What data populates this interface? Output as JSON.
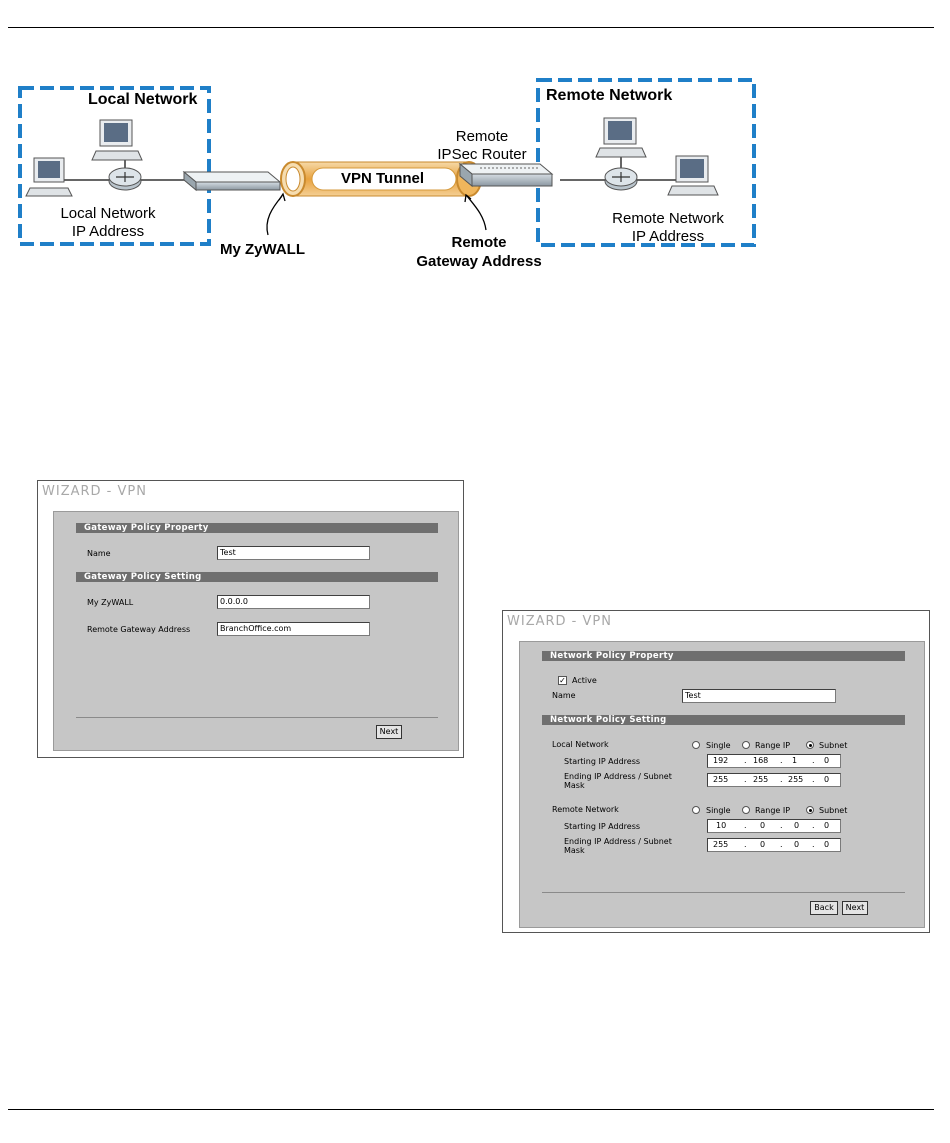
{
  "diagram": {
    "local_network": "Local Network",
    "remote_network": "Remote Network",
    "local_ip_line1": "Local Network",
    "local_ip_line2": "IP Address",
    "remote_ip_line1": "Remote Network",
    "remote_ip_line2": "IP Address",
    "my_zywall": "My ZyWALL",
    "vpn_tunnel": "VPN Tunnel",
    "remote_router_line1": "Remote",
    "remote_router_line2": "IPSec Router",
    "remote_gateway_line1": "Remote",
    "remote_gateway_line2": "Gateway Address"
  },
  "wizard1": {
    "title": "WIZARD - VPN",
    "section1": "Gateway Policy Property",
    "name_label": "Name",
    "name_value": "Test",
    "section2": "Gateway Policy Setting",
    "my_zywall_label": "My ZyWALL",
    "my_zywall_value": "0.0.0.0",
    "remote_gateway_label": "Remote Gateway Address",
    "remote_gateway_value": "BranchOffice.com",
    "next_label": "Next"
  },
  "wizard2": {
    "title": "WIZARD - VPN",
    "section1": "Network Policy Property",
    "active_label": "Active",
    "name_label": "Name",
    "name_value": "Test",
    "section2": "Network Policy Setting",
    "local_network_label": "Local Network",
    "remote_network_label": "Remote Network",
    "single_label": "Single",
    "range_label": "Range IP",
    "subnet_label": "Subnet",
    "starting_ip_label": "Starting IP Address",
    "ending_ip_label_line1": "Ending IP Address / Subnet",
    "ending_ip_label_line2": "Mask",
    "local_start_ip": [
      "192",
      "168",
      "1",
      "0"
    ],
    "local_end_ip": [
      "255",
      "255",
      "255",
      "0"
    ],
    "remote_start_ip": [
      "10",
      "0",
      "0",
      "0"
    ],
    "remote_end_ip": [
      "255",
      "0",
      "0",
      "0"
    ],
    "back_label": "Back",
    "next_label": "Next"
  }
}
